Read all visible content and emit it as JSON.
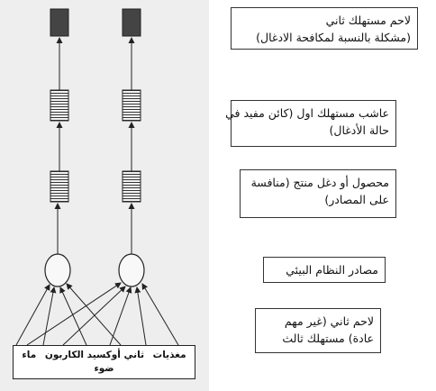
{
  "labels": {
    "secondary_predator": {
      "line1": "لاحم مستهلك ثاني",
      "line2": "(مشكلة بالنسبة لمكافحة الادغال)"
    },
    "primary_consumer": {
      "line1": "عاشب مستهلك اول (كائن مفيد في",
      "line2": "حالة الأدغال)"
    },
    "producer": {
      "line1": "محصول أو دغل منتج (منافسة",
      "line2": "على المصادر)"
    },
    "ecosystem_resources": {
      "line1": "مصادر النظام البيئي"
    },
    "tertiary_predator": {
      "line1": "لاحم ثاني (غير مهم",
      "line2": "عادة) مستهلك ثالث"
    }
  },
  "resources": {
    "nutrients": "مغذيات",
    "co2": "ثاني أوكسيد الكاربون",
    "water": "ماء",
    "light": "ضوء"
  },
  "colors": {
    "scan_background": "#eeeeee",
    "predator_fill": "#444444",
    "line": "#222222"
  }
}
